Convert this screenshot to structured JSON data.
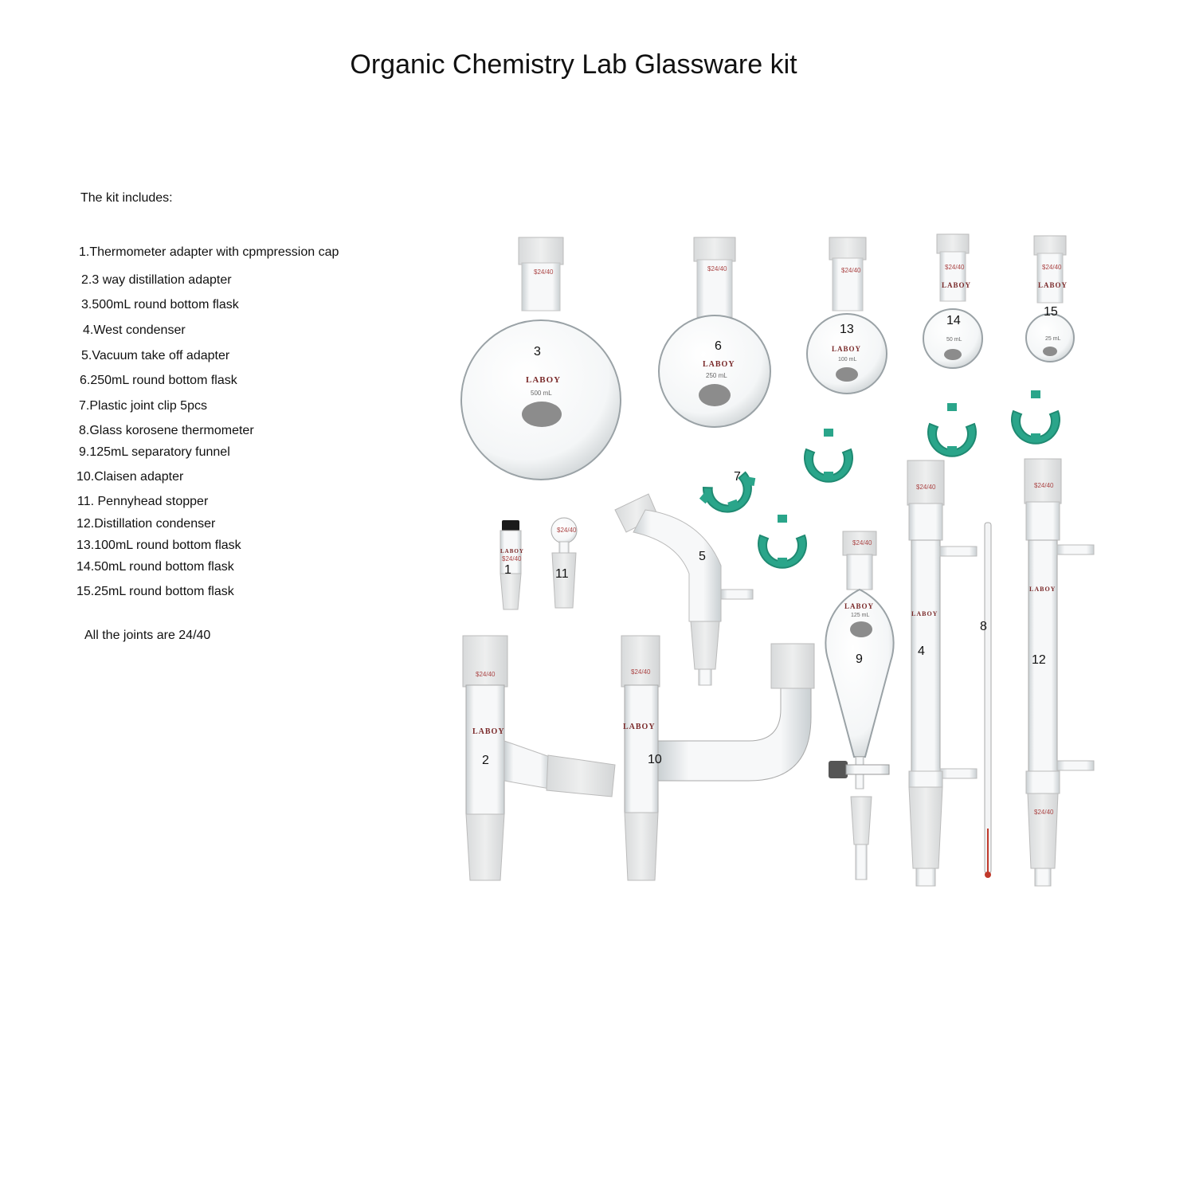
{
  "title": "Organic Chemistry Lab Glassware kit",
  "intro": "The kit includes:",
  "items": [
    "1.Thermometer adapter with cpmpression cap",
    "2.3 way distillation adapter",
    "3.500mL round bottom flask",
    "4.West condenser",
    "5.Vacuum take off adapter",
    "6.250mL round bottom flask",
    "7.Plastic joint clip 5pcs",
    "8.Glass korosene thermometer",
    "9.125mL separatory funnel",
    "10.Claisen adapter",
    "11. Pennyhead stopper",
    "12.Distillation condenser",
    "13.100mL round bottom flask",
    "14.50mL round bottom flask",
    "15.25mL round bottom flask"
  ],
  "note": "All the joints are 24/40",
  "photo": {
    "brand": "LABOY",
    "joint_label": "$24/40",
    "volumes": {
      "v500": "500 mL",
      "v250": "250 mL",
      "v100": "100 mL",
      "v50": "50 mL",
      "v25": "25 mL",
      "v125": "125 mL"
    },
    "labels": {
      "n1": "1",
      "n2": "2",
      "n3": "3",
      "n4": "4",
      "n5": "5",
      "n6": "6",
      "n7": "7",
      "n8": "8",
      "n9": "9",
      "n10": "10",
      "n11": "11",
      "n12": "12",
      "n13": "13",
      "n14": "14",
      "n15": "15"
    }
  },
  "colors": {
    "clip": "#2aa58a",
    "clip_dark": "#1f8a72",
    "brand": "#7a2a2a",
    "patch": "#8c8c8c"
  }
}
